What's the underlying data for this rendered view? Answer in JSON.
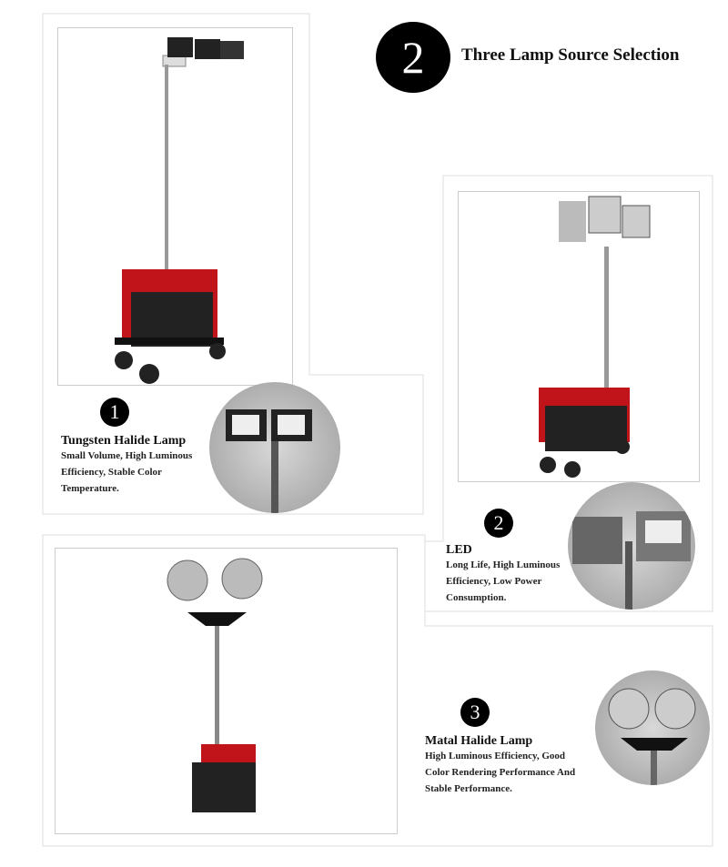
{
  "header": {
    "number": "2",
    "title": "Three Lamp Source Selection"
  },
  "sections": [
    {
      "number": "1",
      "title": "Tungsten Halide Lamp",
      "description": "Small Volume, High Luminous Efficiency, Stable Color Temperature."
    },
    {
      "number": "2",
      "title": "LED",
      "description": "Long Life, High Luminous Efficiency, Low Power Consumption."
    },
    {
      "number": "3",
      "title": "Matal Halide Lamp",
      "description": "High Luminous Efficiency, Good Color Rendering Performance And Stable Performance."
    }
  ],
  "colors": {
    "generator": "#c0141a",
    "frame": "#d8d8d8"
  }
}
